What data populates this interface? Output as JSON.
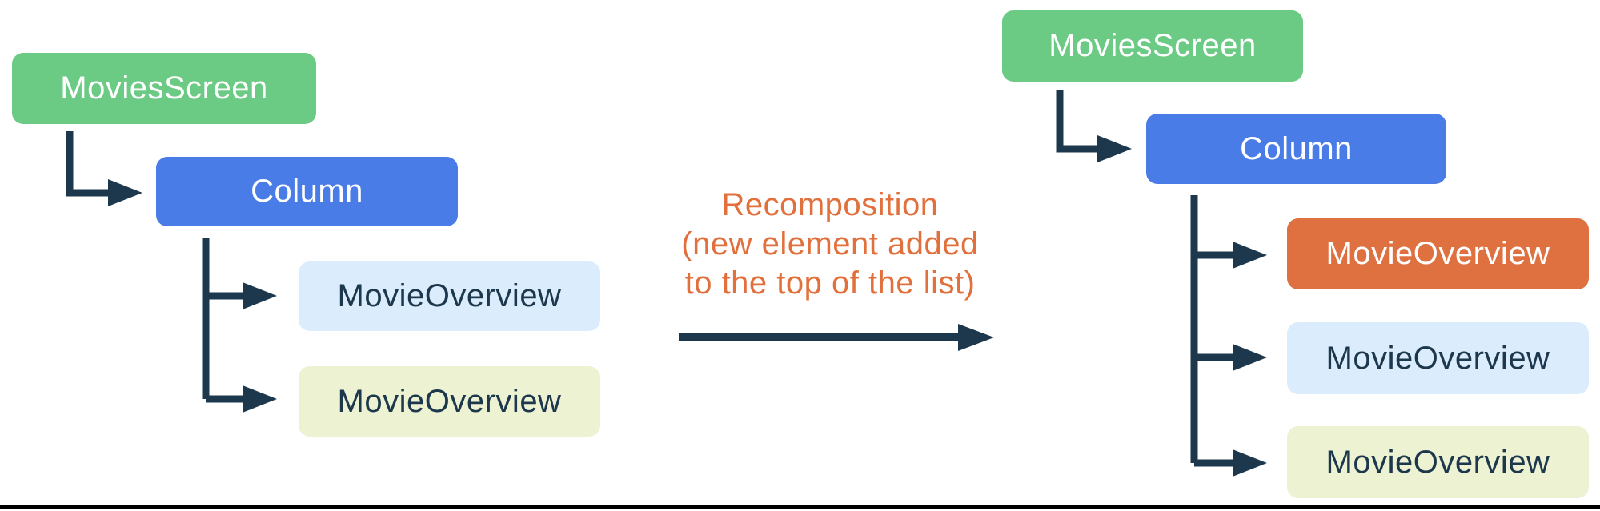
{
  "diagram": {
    "left_tree": {
      "root_label": "MoviesScreen",
      "column_label": "Column",
      "children": [
        {
          "label": "MovieOverview",
          "variant": "lightblue"
        },
        {
          "label": "MovieOverview",
          "variant": "lightyellow"
        }
      ]
    },
    "transition": {
      "lines": [
        "Recomposition",
        "(new element added",
        "to the top of the list)"
      ]
    },
    "right_tree": {
      "root_label": "MoviesScreen",
      "column_label": "Column",
      "children": [
        {
          "label": "MovieOverview",
          "variant": "orange"
        },
        {
          "label": "MovieOverview",
          "variant": "lightblue"
        },
        {
          "label": "MovieOverview",
          "variant": "lightyellow"
        }
      ]
    },
    "colors": {
      "green_node": "#6BCB84",
      "blue_node": "#4A7CE8",
      "orange_node": "#DF7040",
      "lightblue_node": "#DBEDFC",
      "lightyellow_node": "#EDF2D2",
      "connector": "#1D384D",
      "transition_text": "#E2703C",
      "bottom_rule": "#000000"
    }
  }
}
